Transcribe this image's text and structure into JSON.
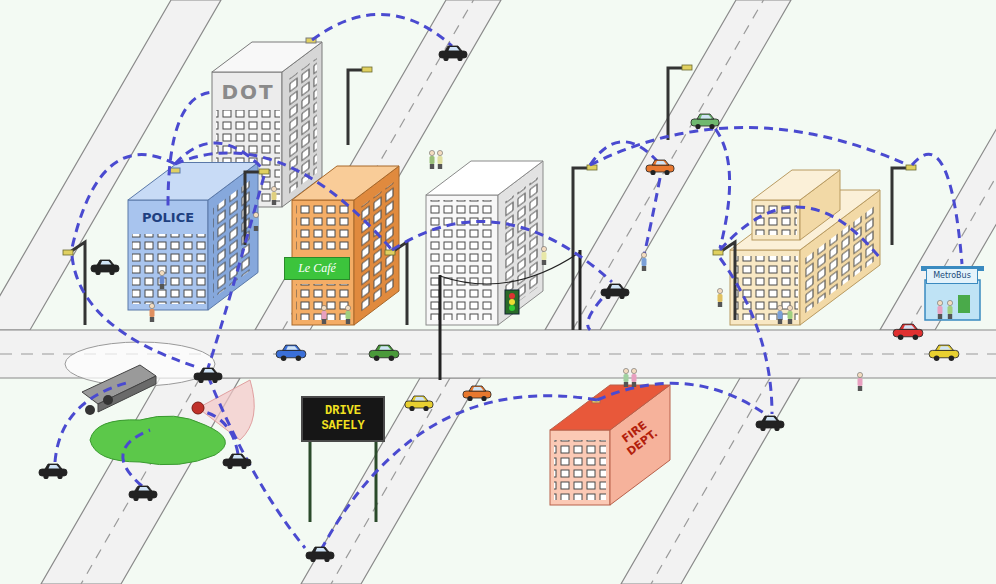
{
  "diagram": {
    "nodes": [
      {
        "text": [
          "DOT"
        ]
      },
      {
        "text": [
          "POLICE"
        ]
      },
      {
        "text": [
          "Le Café"
        ]
      },
      {
        "text": [
          "MetroBus"
        ]
      },
      {
        "text": [
          "DRIVE SAFELY"
        ]
      },
      {
        "text": [
          "FIRE DEPT."
        ]
      }
    ],
    "edges": [
      {
        "from": 1,
        "to": 0,
        "arrow": "none"
      }
    ]
  }
}
